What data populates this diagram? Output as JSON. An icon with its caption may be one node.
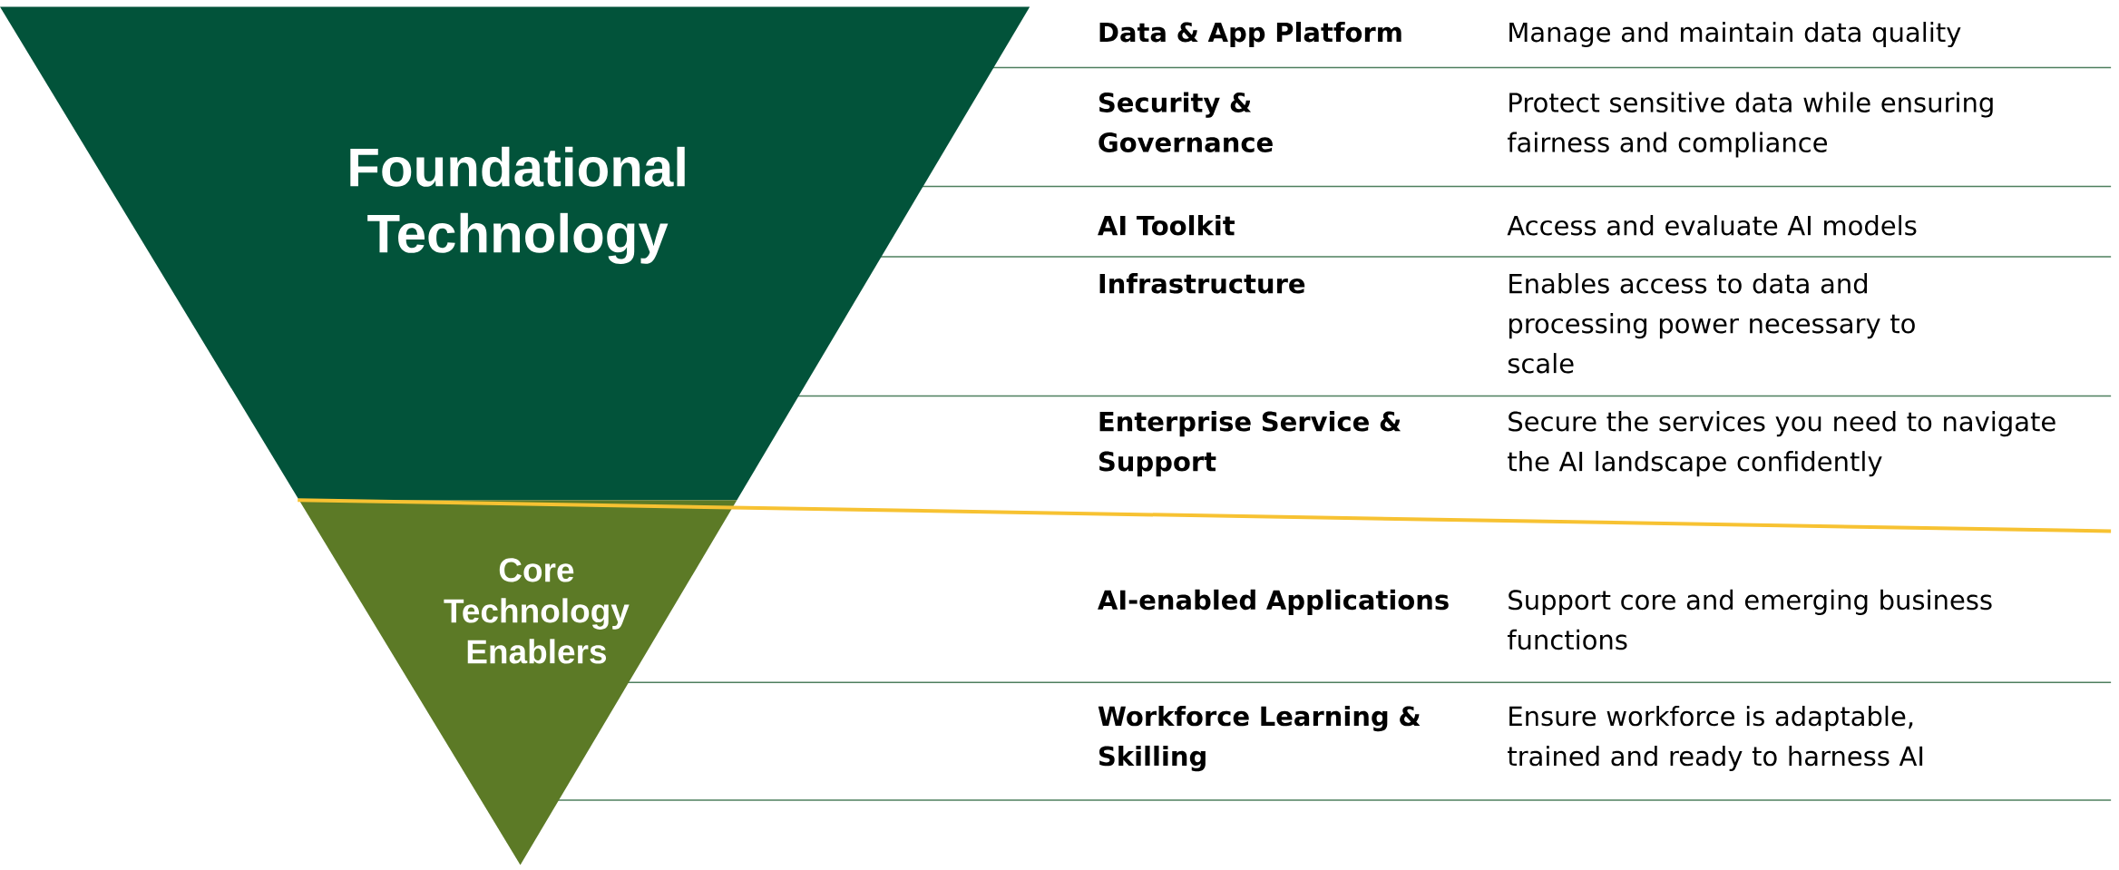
{
  "diagram": {
    "nodes": [
      {
        "text": [
          "Foundational Technology"
        ]
      },
      {
        "text": [
          "Core Technology Enablers"
        ]
      }
    ],
    "labels": [
      "Data & App Platform",
      "Manage and maintain data quality",
      "Security & Governance",
      "Protect sensitive data while ensuring fairness and compliance",
      "AI Toolkit",
      "Access and evaluate AI models",
      "Infrastructure",
      "Enables access to data and processing power necessary to scale",
      "Enterprise Service & Support",
      "Secure the services you need to navigate the AI landscape confidently",
      "AI-enabled Applications",
      "Support core and emerging business functions",
      "Workforce Learning & Skilling",
      "Ensure workforce is adaptable, trained and ready to harness AI"
    ]
  }
}
